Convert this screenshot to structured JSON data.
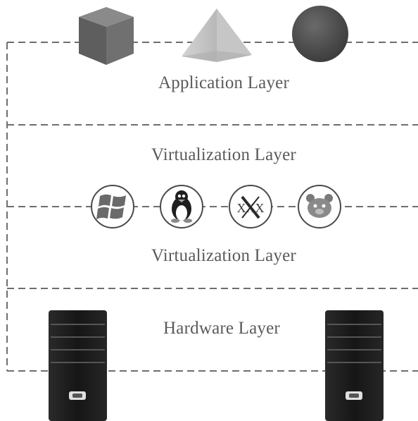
{
  "diagram": {
    "layers": [
      {
        "id": "application",
        "label": "Application Layer"
      },
      {
        "id": "virtualization-upper",
        "label": "Virtualization Layer"
      },
      {
        "id": "virtualization-lower",
        "label": "Virtualization Layer"
      },
      {
        "id": "hardware",
        "label": "Hardware Layer"
      }
    ],
    "application_icons": [
      "cube-icon",
      "pyramid-icon",
      "sphere-icon"
    ],
    "os_icons": [
      "windows-logo-icon",
      "linux-penguin-icon",
      "x-window-icon",
      "bear-face-icon"
    ],
    "server_icons": [
      "server-tower-icon",
      "server-tower-icon"
    ],
    "os_x_icon_text": "XXX",
    "colors": {
      "line": "#6e6e6e",
      "text": "#5a5a5a",
      "cube": "#6d6d6d",
      "pyramid": "#bdbdbd",
      "sphere": "#4a4a4a",
      "server": "#1c1c1c"
    }
  }
}
